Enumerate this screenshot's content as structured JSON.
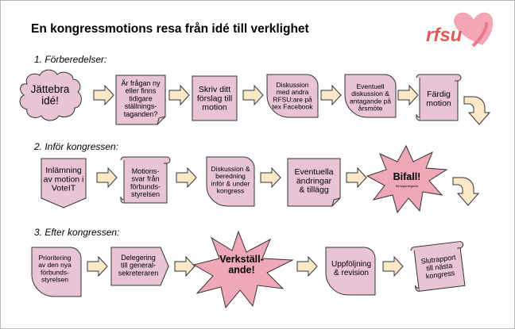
{
  "title": "En kongressmotions resa från idé till verklighet",
  "logo": {
    "text": "rfsu",
    "color": "#e05a5a"
  },
  "colors": {
    "shape_fill": "#e8c4d4",
    "star_fill": "#f0a8b8",
    "arrow_fill": "#fde8c8"
  },
  "sections": [
    {
      "heading": "1. Förberedelser:",
      "steps": [
        {
          "id": "jattebra",
          "lines": [
            "Jättebra",
            "idé!"
          ]
        },
        {
          "id": "fragan",
          "lines": [
            "Är frågan ny",
            "eller finns",
            "tidigare",
            "ställnings-",
            "taganden?"
          ]
        },
        {
          "id": "skriv",
          "lines": [
            "Skriv ditt",
            "förslag till",
            "motion"
          ]
        },
        {
          "id": "diskussion1",
          "lines": [
            "Diskussion",
            "med andra",
            "RFSU:are på",
            "tex Facebook"
          ]
        },
        {
          "id": "eventuell",
          "lines": [
            "Eventuell",
            "diskussion &",
            "antagande på",
            "årsmöte"
          ]
        },
        {
          "id": "fardig",
          "lines": [
            "Färdig",
            "motion"
          ]
        }
      ]
    },
    {
      "heading": "2. Inför kongressen:",
      "steps": [
        {
          "id": "inlamning",
          "lines": [
            "Inlämning",
            "av motion i",
            "VoteIT"
          ]
        },
        {
          "id": "motionssvar",
          "lines": [
            "Motions-",
            "svar från",
            "förbunds-",
            "styrelsen"
          ]
        },
        {
          "id": "diskussion2",
          "lines": [
            "Diskussion &",
            "beredning",
            "inför & under",
            "kongress"
          ]
        },
        {
          "id": "andringar",
          "lines": [
            "Eventuella",
            "ändringar",
            "& tillägg"
          ]
        },
        {
          "id": "bifall",
          "lines": [
            "Bifall!"
          ],
          "sub": "förhoppningsvis"
        }
      ]
    },
    {
      "heading": "3. Efter kongressen:",
      "steps": [
        {
          "id": "prioritering",
          "lines": [
            "Prioritering",
            "av den nya",
            "förbunds-",
            "styrelsen"
          ]
        },
        {
          "id": "delegering",
          "lines": [
            "Delegering",
            "till general-",
            "sekreteraren"
          ]
        },
        {
          "id": "verkstall",
          "lines": [
            "Verkställ-",
            "ande!"
          ]
        },
        {
          "id": "uppfoljning",
          "lines": [
            "Uppföljning",
            "& revision"
          ]
        },
        {
          "id": "slutrapport",
          "lines": [
            "Slutrapport",
            "till nästa",
            "kongress"
          ]
        }
      ]
    }
  ]
}
